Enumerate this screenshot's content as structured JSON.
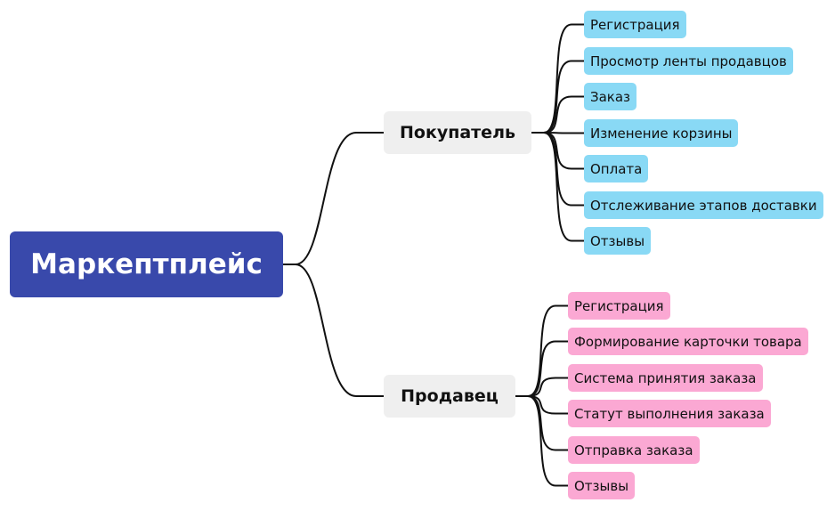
{
  "colors": {
    "root": "#3949AB",
    "branch": "#EFEFEF",
    "buyer_leaf": "#89D9F5",
    "seller_leaf": "#FBA8D3",
    "line": "#111111"
  },
  "root": {
    "label": "Маркептплейс"
  },
  "branches": [
    {
      "key": "buyer",
      "label": "Покупатель",
      "items": [
        "Регистрация",
        "Просмотр ленты продавцов",
        "Заказ",
        "Изменение корзины",
        "Оплата",
        "Отслеживание этапов доставки",
        "Отзывы"
      ]
    },
    {
      "key": "seller",
      "label": "Продавец",
      "items": [
        "Регистрация",
        "Формирование карточки товара",
        "Система принятия заказа",
        "Статут выполнения заказа",
        "Отправка заказа",
        "Отзывы"
      ]
    }
  ]
}
